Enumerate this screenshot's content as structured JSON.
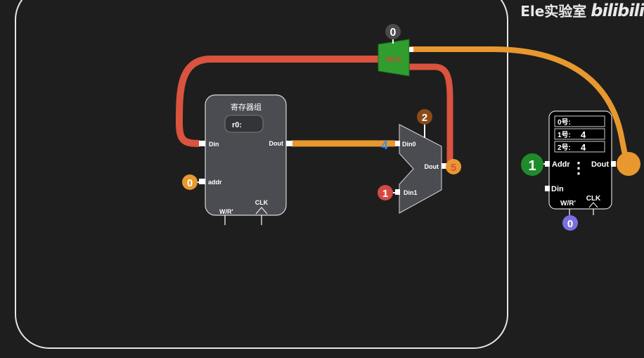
{
  "watermark": {
    "text": "Ele实验室",
    "logo": "bilibili"
  },
  "register_file": {
    "title": "寄存器组",
    "r0_label": "r0:",
    "din_label": "Din",
    "dout_label": "Dout",
    "addr_label": "addr",
    "wr_label": "W/R'",
    "clk_label": "CLK",
    "addr_value": "0"
  },
  "alu_mux": {
    "din0_label": "Din0",
    "din1_label": "Din1",
    "dout_label": "Dout",
    "din0_value": "4",
    "din1_value": "1",
    "select_value": "2",
    "output_value": "5"
  },
  "top_mux": {
    "label": "MUX",
    "select_value": "0"
  },
  "memory": {
    "rows": [
      {
        "label": "0号:",
        "value": ""
      },
      {
        "label": "1号:",
        "value": "4"
      },
      {
        "label": "2号:",
        "value": "4"
      }
    ],
    "addr_label": "Addr",
    "dout_label": "Dout",
    "din_label": "Din",
    "wr_label": "W/R'",
    "clk_label": "CLK",
    "dots": "⋮",
    "addr_value": "1",
    "wr_value": "0"
  },
  "colors": {
    "background": "#1e1e1e",
    "wire_red": "#d9533e",
    "wire_orange": "#e8982f",
    "mux_green": "#2f9e2f",
    "block_gray": "#4a4c52",
    "badge_orange": "#e8982f",
    "badge_red": "#d34a45",
    "badge_brown": "#8a4b18",
    "badge_green": "#1f8b2a",
    "badge_purple": "#7b6fe0",
    "badge_gray": "#4a4a4a",
    "value_blue": "#3a8ee6"
  }
}
